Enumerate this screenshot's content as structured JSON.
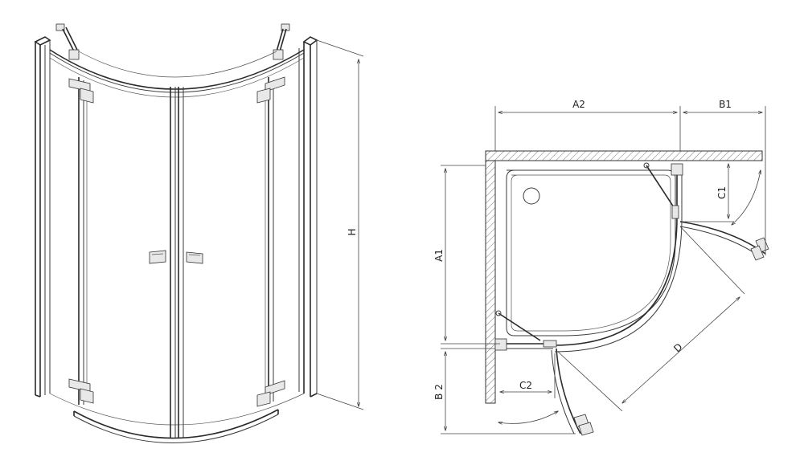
{
  "diagram": {
    "elevation": {
      "height_label": "H"
    },
    "plan": {
      "dimension_labels": {
        "a2": "A2",
        "b1": "B1",
        "c1": "C1",
        "a1": "A1",
        "d": "D",
        "b2": "B 2",
        "c2": "C2"
      }
    }
  }
}
